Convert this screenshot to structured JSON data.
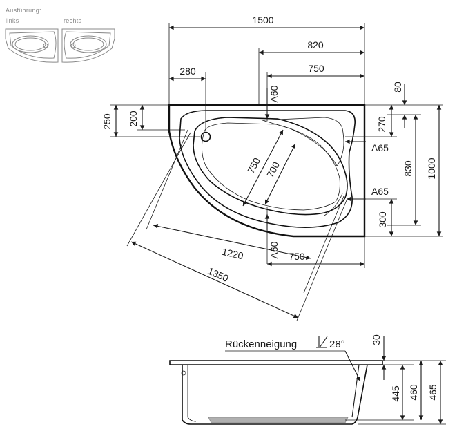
{
  "variant": {
    "label": "Ausführung:",
    "left": "links",
    "right": "rechts"
  },
  "dimensions": {
    "overall_length": "1500",
    "d_820": "820",
    "d_750_top": "750",
    "d_280": "280",
    "d_250": "250",
    "d_200": "200",
    "d_80": "80",
    "d_270": "270",
    "d_830": "830",
    "d_1000": "1000",
    "d_300": "300",
    "d_750_diag": "750",
    "d_700_diag": "700",
    "d_1220": "1220",
    "d_1350": "1350",
    "d_750_bottom": "750",
    "a60_top": "A60",
    "a60_bottom": "A60",
    "a65_upper": "A65",
    "a65_lower": "A65"
  },
  "side_view": {
    "tilt_label": "Rückenneigung",
    "tilt_value": "28°",
    "d_30": "30",
    "d_445": "445",
    "d_460": "460",
    "d_465": "465"
  },
  "colors": {
    "line": "#1a1a1a",
    "label_gray": "#8a8a8a",
    "panel_gray": "#b0b0b0"
  }
}
